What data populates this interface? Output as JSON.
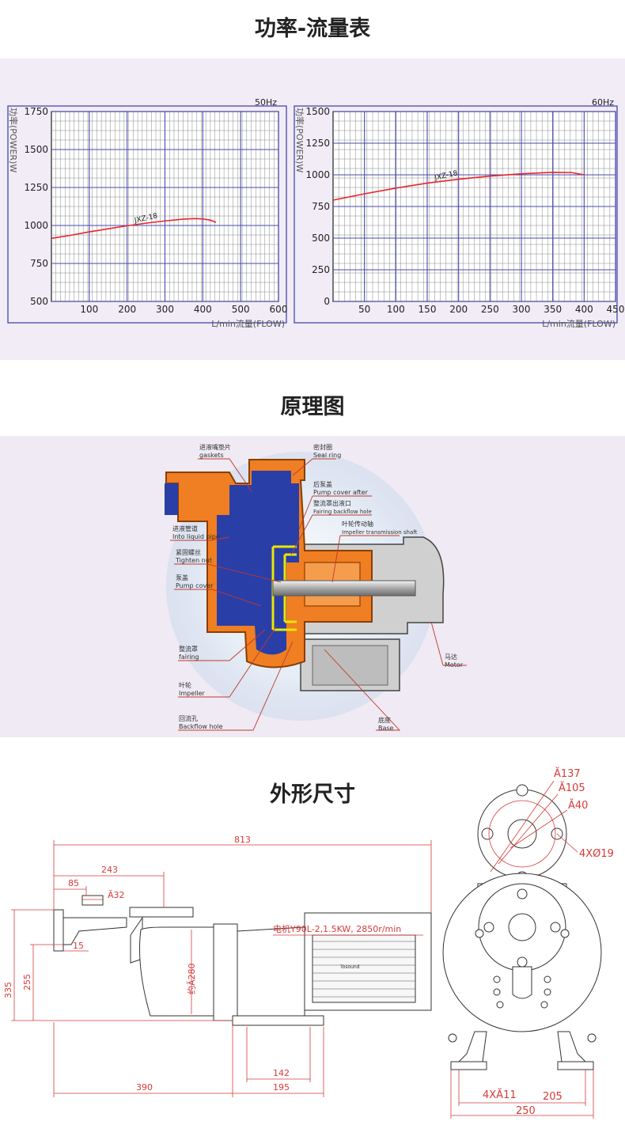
{
  "sections": {
    "power_flow_title": "功率-流量表",
    "principle_title": "原理图",
    "dimensions_title": "外形尺寸"
  },
  "chart_data": [
    {
      "type": "line",
      "title": "50Hz",
      "xlabel": "L/min流量(FLOW)",
      "ylabel": "功率(POWER)W",
      "xlim": [
        0,
        600
      ],
      "ylim": [
        500,
        1750
      ],
      "x_ticks": [
        100,
        200,
        300,
        400,
        500,
        600
      ],
      "y_ticks": [
        500,
        750,
        1000,
        1250,
        1500,
        1750
      ],
      "grid": true,
      "series": [
        {
          "name": "JXZ-18",
          "color": "#e8242b",
          "x": [
            0,
            50,
            100,
            150,
            200,
            250,
            300,
            350,
            380,
            400,
            420,
            435
          ],
          "y": [
            915,
            935,
            958,
            978,
            998,
            1015,
            1030,
            1042,
            1045,
            1043,
            1035,
            1020
          ]
        }
      ]
    },
    {
      "type": "line",
      "title": "60Hz",
      "xlabel": "L/min流量(FLOW)",
      "ylabel": "功率(POWER)W",
      "xlim": [
        0,
        450
      ],
      "ylim": [
        0,
        1500
      ],
      "x_ticks": [
        50,
        100,
        150,
        200,
        250,
        300,
        350,
        400,
        450
      ],
      "y_ticks": [
        0,
        250,
        500,
        750,
        1000,
        1250,
        1500
      ],
      "grid": true,
      "series": [
        {
          "name": "JXZ-18",
          "color": "#e8242b",
          "x": [
            0,
            50,
            100,
            150,
            200,
            250,
            300,
            350,
            380,
            400
          ],
          "y": [
            800,
            850,
            895,
            935,
            965,
            990,
            1008,
            1020,
            1018,
            1000
          ]
        }
      ]
    }
  ],
  "diagram": {
    "labels": [
      {
        "cn": "进液嘴垫片",
        "en": "gaskets"
      },
      {
        "cn": "密封圈",
        "en": "Seal ring"
      },
      {
        "cn": "后泵盖",
        "en": "Pump cover after"
      },
      {
        "cn": "整流罩出液口",
        "en": "Fairing backflow hole"
      },
      {
        "cn": "叶轮传动轴",
        "en": "Impeller transmission shaft"
      },
      {
        "cn": "进液管道",
        "en": "Into liquid pipe"
      },
      {
        "cn": "紧固螺丝",
        "en": "Tighten nut"
      },
      {
        "cn": "泵盖",
        "en": "Pump cover"
      },
      {
        "cn": "整流罩",
        "en": "fairing"
      },
      {
        "cn": "叶轮",
        "en": "Impeller"
      },
      {
        "cn": "回流孔",
        "en": "Backflow hole"
      },
      {
        "cn": "马达",
        "en": "Motor"
      },
      {
        "cn": "底座",
        "en": "Base"
      }
    ],
    "colors": {
      "blue": "#2a3ea8",
      "orange": "#f07e22",
      "grey": "#cfcfcf",
      "yellow": "#e8e800"
    }
  },
  "dimensions": {
    "total_length": "813",
    "d243": "243",
    "d85": "85",
    "d32": "Ă32",
    "d15": "15",
    "h335": "335",
    "h255": "255",
    "d280": "约Ă280",
    "motor": "电机Y90L-2,1.5KW, 2850r/min",
    "d390": "390",
    "d142": "142",
    "d195": "195",
    "flange_137": "Ă137",
    "flange_105": "Ă105",
    "flange_40": "Ă40",
    "holes": "4XØ19",
    "base_holes": "4XĂ11",
    "d205": "205",
    "d250": "250",
    "motor_brand": "Tosound"
  }
}
